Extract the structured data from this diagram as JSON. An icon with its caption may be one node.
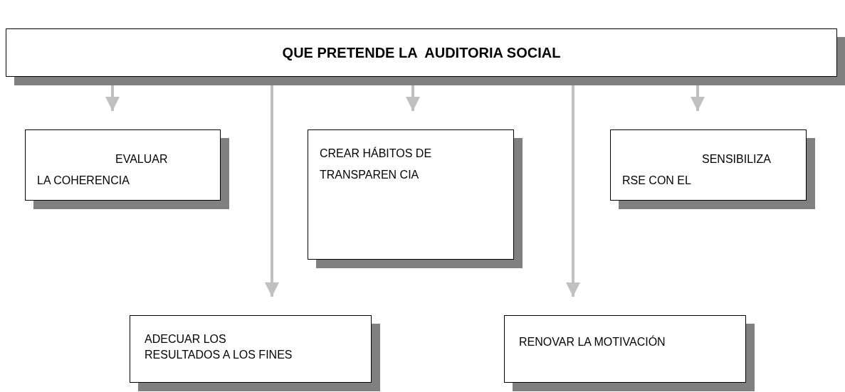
{
  "diagram": {
    "nodes": [
      {
        "text": [
          "QUE PRETENDE LA  AUDITORIA SOCIAL"
        ]
      },
      {
        "text": [
          "EVALUAR LA COHERENCIA"
        ]
      },
      {
        "text": [
          "CREAR HÁBITOS DE TRANSPAREN CIA"
        ]
      },
      {
        "text": [
          "SENSIBILIZA RSE CON EL"
        ]
      },
      {
        "text": [
          "ADECUAR LOS RESULTADOS A LOS FINES"
        ]
      },
      {
        "text": [
          "RENOVAR LA MOTIVACIÓN"
        ]
      }
    ],
    "edges": [
      {
        "from": 0,
        "to": 1,
        "arrow": "to"
      },
      {
        "from": 0,
        "to": 4,
        "arrow": "to"
      },
      {
        "from": 0,
        "to": 2,
        "arrow": "to"
      },
      {
        "from": 0,
        "to": 5,
        "arrow": "to"
      },
      {
        "from": 0,
        "to": 3,
        "arrow": "to"
      }
    ]
  }
}
